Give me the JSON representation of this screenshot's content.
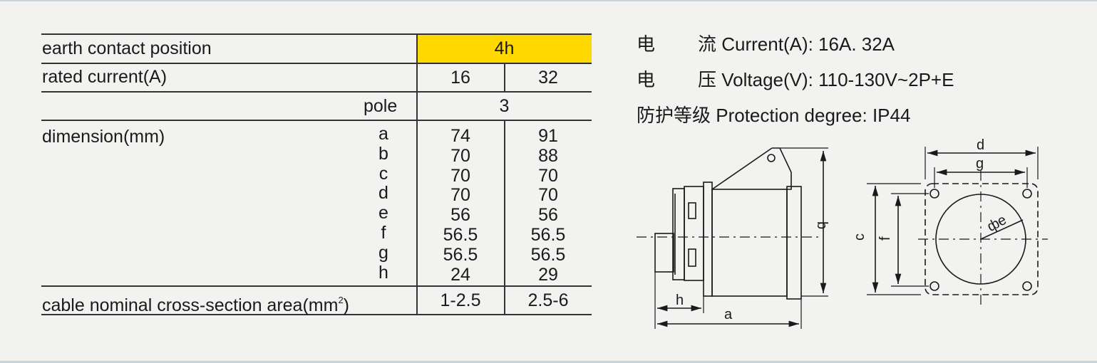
{
  "table": {
    "earth_label": "earth contact position",
    "earth_value": "4h",
    "rated_label": "rated current(A)",
    "rated_values": [
      "16",
      "32"
    ],
    "pole_label": "pole",
    "pole_value": "3",
    "dimension_label": "dimension(mm)",
    "dimension_rows": [
      {
        "letter": "a",
        "v16": "74",
        "v32": "91"
      },
      {
        "letter": "b",
        "v16": "70",
        "v32": "88"
      },
      {
        "letter": "c",
        "v16": "70",
        "v32": "70"
      },
      {
        "letter": "d",
        "v16": "70",
        "v32": "70"
      },
      {
        "letter": "e",
        "v16": "56",
        "v32": "56"
      },
      {
        "letter": "f",
        "v16": "56.5",
        "v32": "56.5"
      },
      {
        "letter": "g",
        "v16": "56.5",
        "v32": "56.5"
      },
      {
        "letter": "h",
        "v16": "24",
        "v32": "29"
      }
    ],
    "cable_label": "cable nominal cross-section area(mm",
    "cable_sup": "2",
    "cable_close": ")",
    "cable_values": [
      "1-2.5",
      "2.5-6"
    ],
    "highlight_color": "#ffd800"
  },
  "specs": {
    "current_cn_1": "电",
    "current_cn_2": "流",
    "current_text": "Current(A): 16A. 32A",
    "voltage_cn_1": "电",
    "voltage_cn_2": "压",
    "voltage_text": "Voltage(V): 110-130V~2P+E",
    "protection_cn": "防护等级",
    "protection_text": "Protection degree: IP44"
  },
  "drawing": {
    "side_labels": {
      "a": "a",
      "b": "b",
      "h": "h"
    },
    "front_labels": {
      "c": "c",
      "d": "d",
      "e": "e",
      "f": "f",
      "g": "g",
      "phi": "ф"
    }
  }
}
